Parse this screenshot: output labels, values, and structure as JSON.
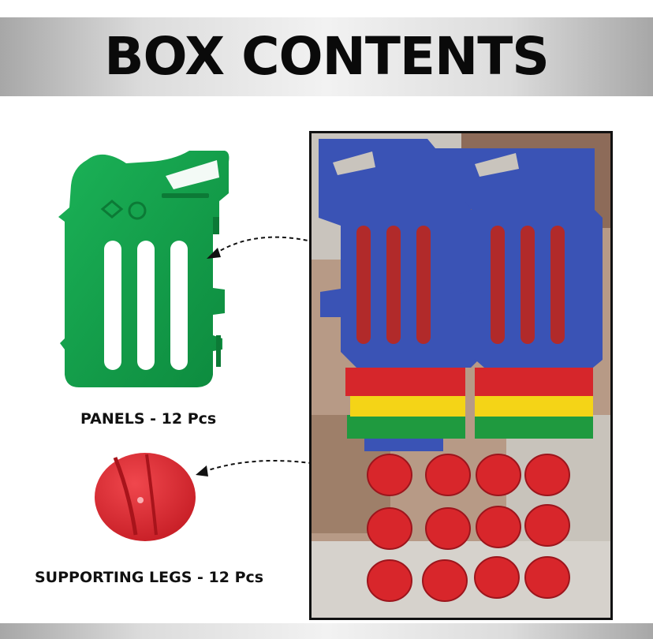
{
  "header": {
    "title": "BOX CONTENTS"
  },
  "items": [
    {
      "label": "PANELS - 12 Pcs",
      "color": "#13a14a"
    },
    {
      "label": "SUPPORTING LEGS - 12 Pcs",
      "color": "#e2333b"
    }
  ],
  "photo": {
    "panel_colors": [
      "#3a53b5",
      "#d6262b",
      "#f4d417",
      "#1f9a3f"
    ],
    "leg_color": "#d8262b"
  }
}
